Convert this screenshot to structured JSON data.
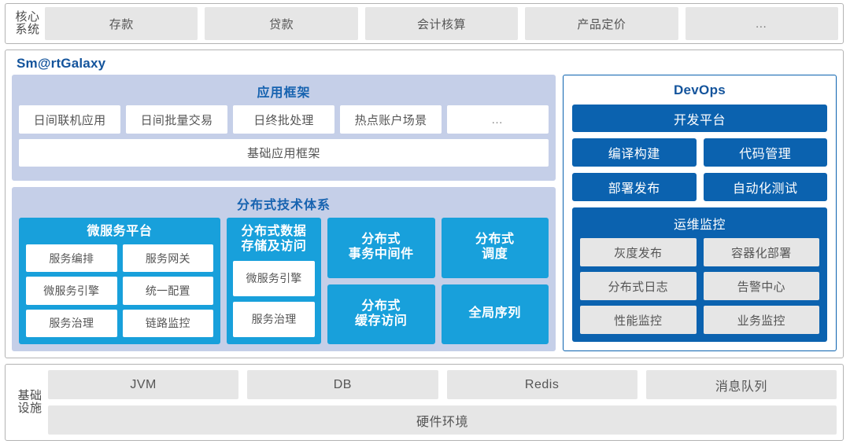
{
  "colors": {
    "cyan": "#18A0DB",
    "dark_blue": "#0B62AF",
    "lavender": "#C5CFE8",
    "gray_chip": "#E6E6E6",
    "title_blue": "#14549C",
    "border_gray": "#B3B3B3"
  },
  "core_system": {
    "label_line1": "核心",
    "label_line2": "系统",
    "items": [
      {
        "label": "存款"
      },
      {
        "label": "贷款"
      },
      {
        "label": "会计核算"
      },
      {
        "label": "产品定价"
      },
      {
        "label": "…"
      }
    ]
  },
  "brand": {
    "title": "Sm@rtGalaxy"
  },
  "app_framework": {
    "title": "应用框架",
    "items": [
      {
        "label": "日间联机应用"
      },
      {
        "label": "日间批量交易"
      },
      {
        "label": "日终批处理"
      },
      {
        "label": "热点账户场景"
      },
      {
        "label": "…"
      }
    ],
    "base": "基础应用框架"
  },
  "dist_tech": {
    "title": "分布式技术体系",
    "microservice": {
      "title": "微服务平台",
      "rows": [
        [
          {
            "label": "服务编排"
          },
          {
            "label": "服务网关"
          }
        ],
        [
          {
            "label": "微服务引擎"
          },
          {
            "label": "统一配置"
          }
        ],
        [
          {
            "label": "服务治理"
          },
          {
            "label": "链路监控"
          }
        ]
      ]
    },
    "data_store": {
      "title": "分布式数据\n存储及访问",
      "title_line1": "分布式数据",
      "title_line2": "存储及访问",
      "items": [
        {
          "label": "微服务引擎"
        },
        {
          "label": "服务治理"
        }
      ]
    },
    "boxes": [
      {
        "line1": "分布式",
        "line2": "事务中间件"
      },
      {
        "line1": "分布式",
        "line2": "缓存访问"
      },
      {
        "line1": "分布式",
        "line2": "调度"
      },
      {
        "line1": "全局序列",
        "line2": ""
      }
    ]
  },
  "devops": {
    "title": "DevOps",
    "platform": "开发平台",
    "rows": [
      [
        {
          "label": "编译构建"
        },
        {
          "label": "代码管理"
        }
      ],
      [
        {
          "label": "部署发布"
        },
        {
          "label": "自动化测试"
        }
      ]
    ],
    "ops": {
      "title": "运维监控",
      "rows": [
        [
          {
            "label": "灰度发布"
          },
          {
            "label": "容器化部署"
          }
        ],
        [
          {
            "label": "分布式日志"
          },
          {
            "label": "告警中心"
          }
        ],
        [
          {
            "label": "性能监控"
          },
          {
            "label": "业务监控"
          }
        ]
      ]
    }
  },
  "infrastructure": {
    "label_line1": "基础",
    "label_line2": "设施",
    "items": [
      {
        "label": "JVM"
      },
      {
        "label": "DB"
      },
      {
        "label": "Redis"
      },
      {
        "label": "消息队列"
      }
    ],
    "hardware": "硬件环境"
  }
}
